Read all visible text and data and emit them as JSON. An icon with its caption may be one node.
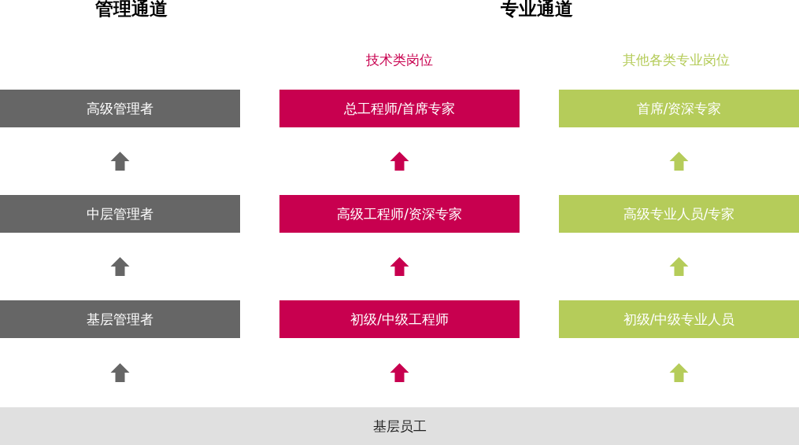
{
  "diagram": {
    "nodes": [
      {
        "text": [
          "高级管理者"
        ]
      },
      {
        "text": [
          "总工程师/首席专家"
        ]
      },
      {
        "text": [
          "首席/资深专家"
        ]
      },
      {
        "text": [
          "中层管理者"
        ]
      },
      {
        "text": [
          "高级工程师/资深专家"
        ]
      },
      {
        "text": [
          "高级专业人员/专家"
        ]
      },
      {
        "text": [
          "基层管理者"
        ]
      },
      {
        "text": [
          "初级/中级工程师"
        ]
      },
      {
        "text": [
          "初级/中级专业人员"
        ]
      },
      {
        "text": [
          "基层员工"
        ]
      }
    ],
    "edges": [
      {
        "from": 9,
        "to": 6,
        "arrow": "to",
        "color": "#666666"
      },
      {
        "from": 9,
        "to": 7,
        "arrow": "to",
        "color": "#c8004f"
      },
      {
        "from": 9,
        "to": 8,
        "arrow": "to",
        "color": "#b5cc5a"
      },
      {
        "from": 6,
        "to": 3,
        "arrow": "to",
        "color": "#666666"
      },
      {
        "from": 7,
        "to": 4,
        "arrow": "to",
        "color": "#c8004f"
      },
      {
        "from": 8,
        "to": 5,
        "arrow": "to",
        "color": "#b5cc5a"
      },
      {
        "from": 3,
        "to": 0,
        "arrow": "to",
        "color": "#666666"
      },
      {
        "from": 4,
        "to": 1,
        "arrow": "to",
        "color": "#c8004f"
      },
      {
        "from": 5,
        "to": 2,
        "arrow": "to",
        "color": "#b5cc5a"
      }
    ],
    "labels": [
      "管理通道",
      "专业通道",
      "技术类岗位",
      "其他各类专业岗位"
    ]
  }
}
